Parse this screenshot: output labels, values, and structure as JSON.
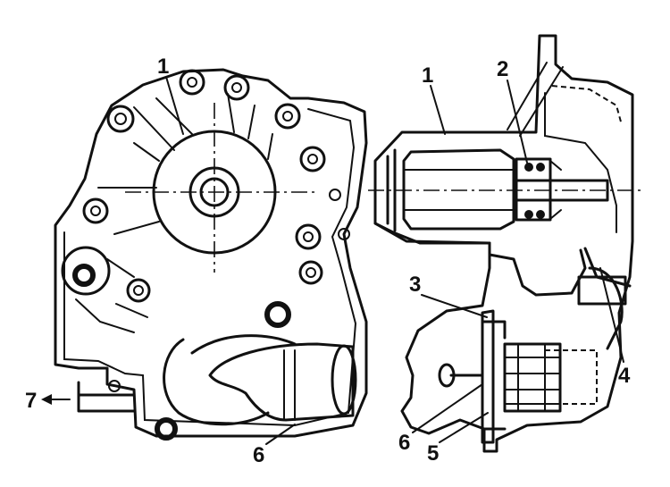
{
  "callouts": {
    "left": {
      "pump": "1",
      "hose": "6",
      "arrow": "7"
    },
    "right": {
      "pump": "1",
      "bearing": "2",
      "gasket": "3",
      "housing": "4",
      "thermostat": "5",
      "cover": "6"
    }
  },
  "colors": {
    "ink": "#111111",
    "paper": "#ffffff"
  }
}
